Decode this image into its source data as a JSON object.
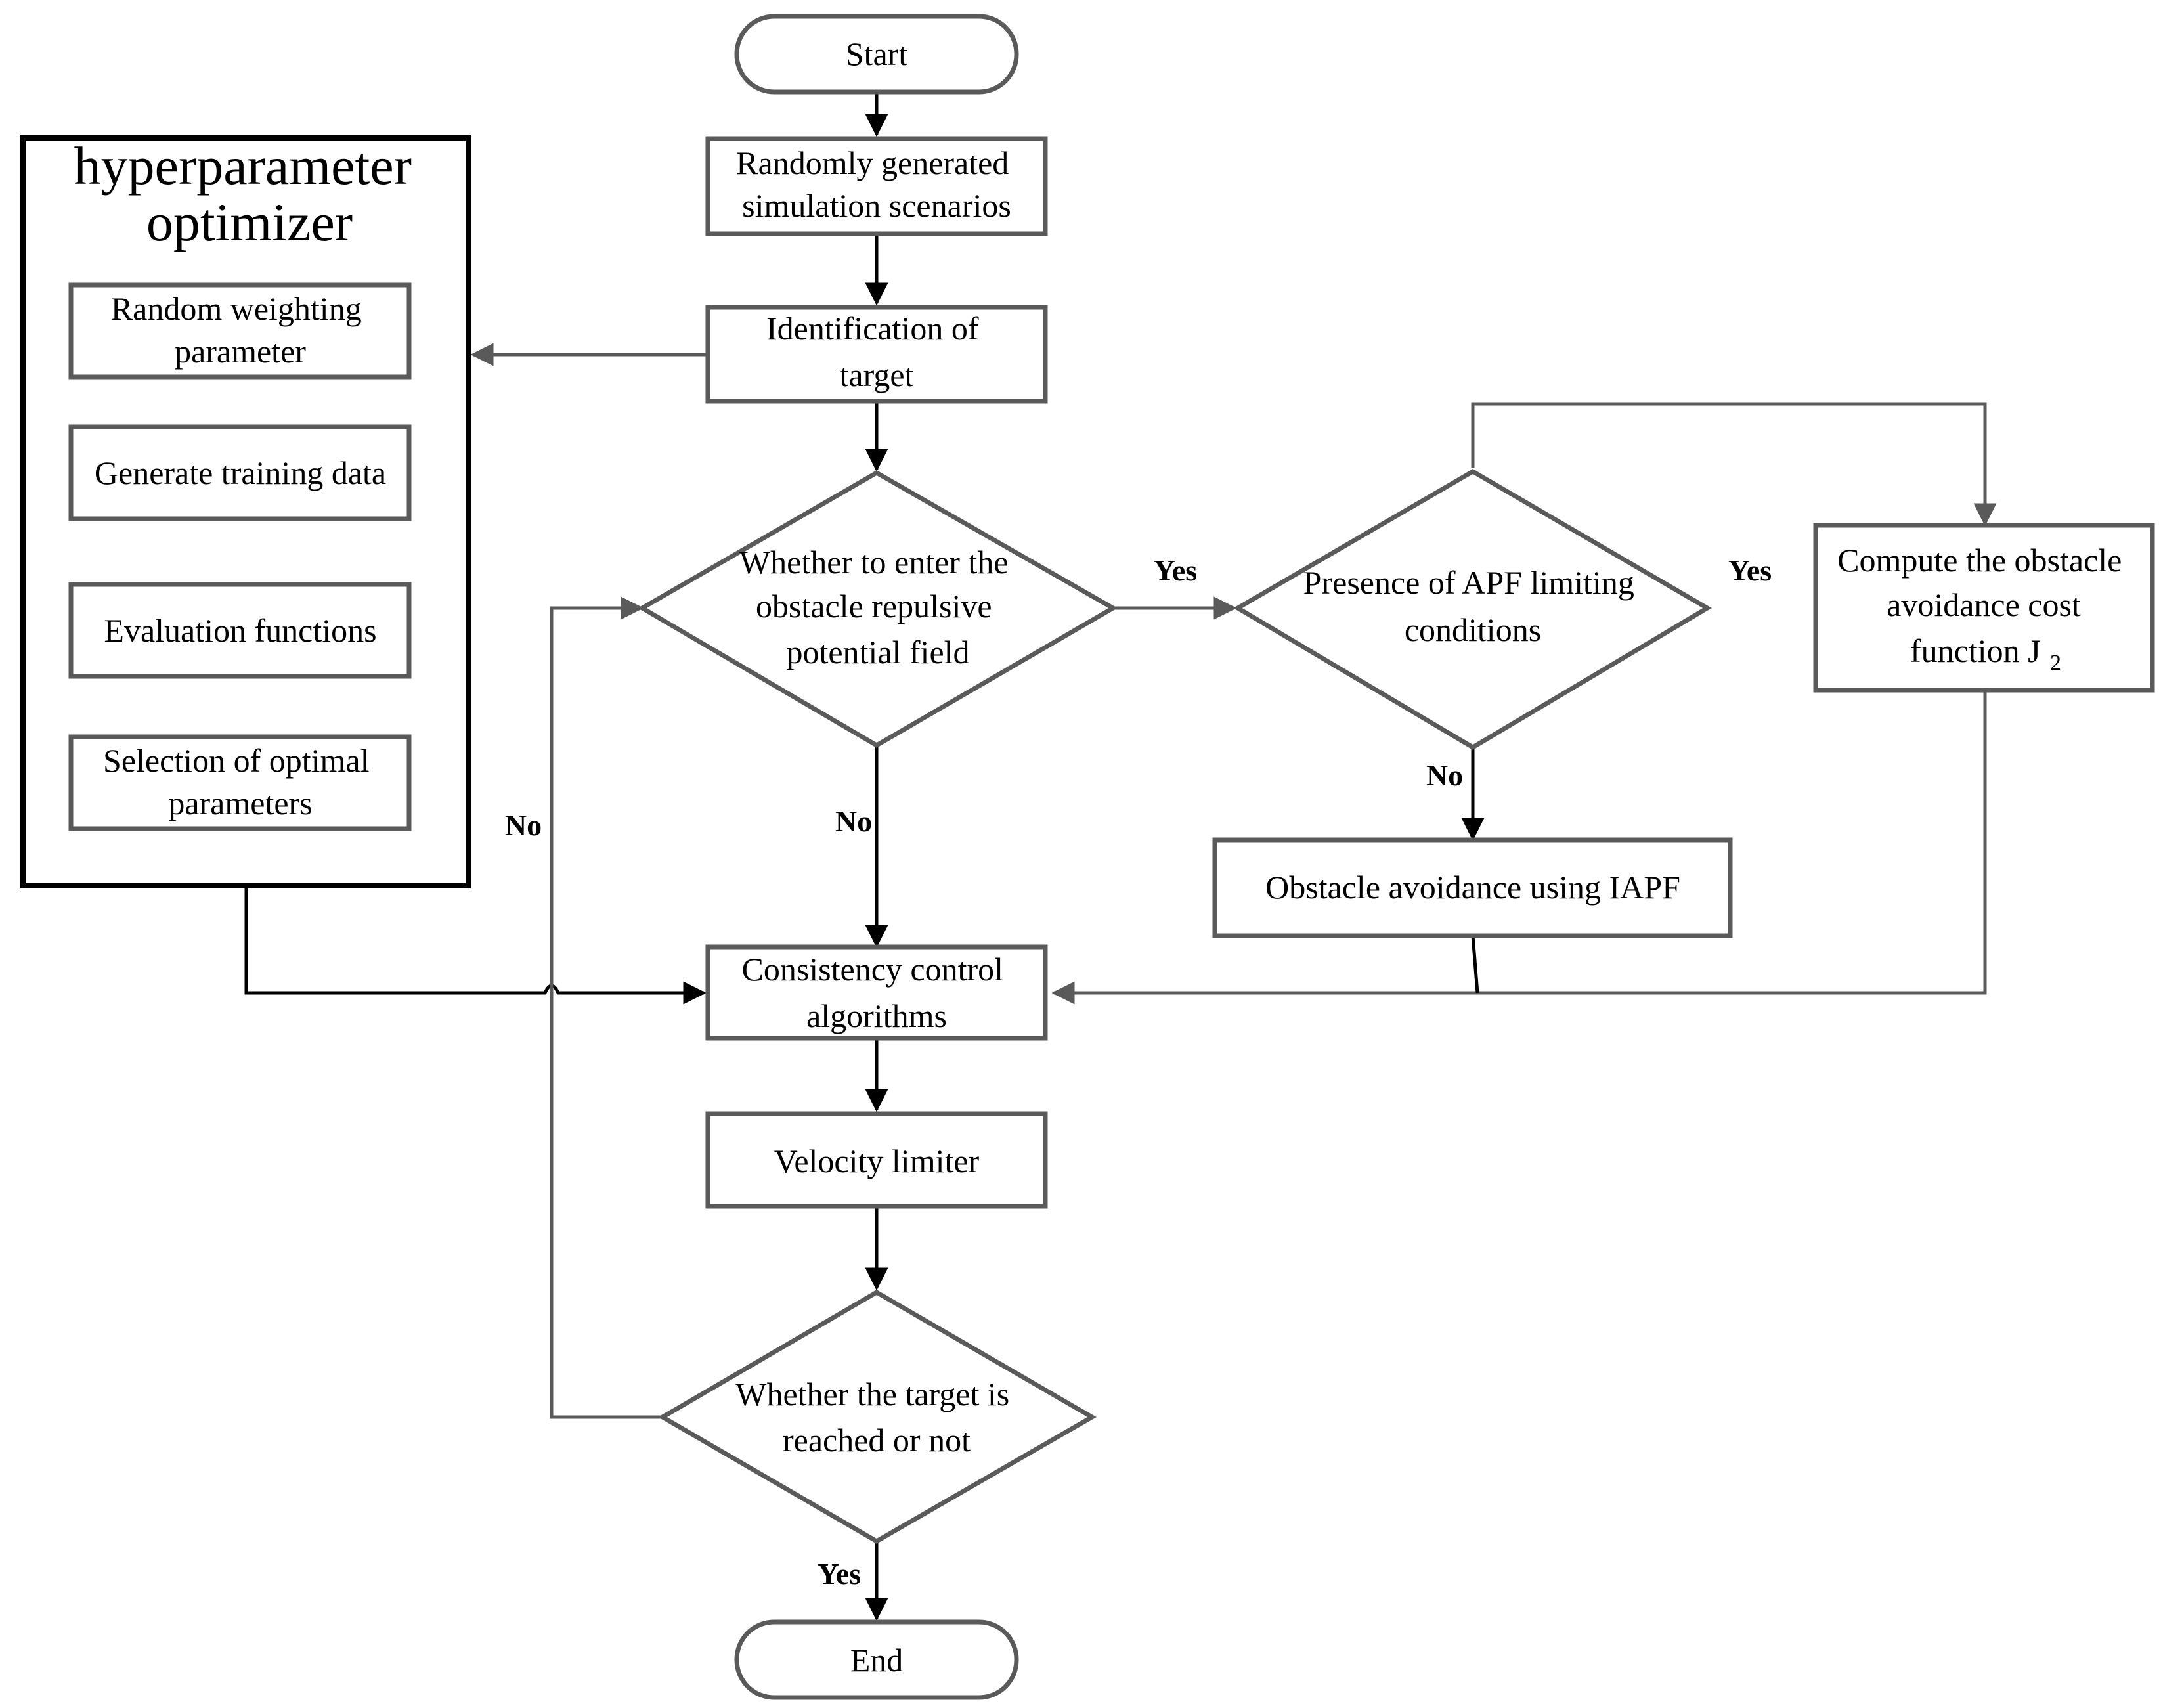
{
  "nodes": {
    "start": "Start",
    "scenarios": [
      "Randomly generated",
      "simulation scenarios"
    ],
    "identify": [
      "Identification of",
      "target"
    ],
    "enter_field": [
      "Whether to enter the",
      "obstacle repulsive",
      "potential field"
    ],
    "apf_limits": [
      "Presence of APF limiting",
      "conditions"
    ],
    "cost_fn": [
      "Compute the obstacle",
      "avoidance cost",
      "function J",
      "2"
    ],
    "iapf": "Obstacle avoidance using IAPF",
    "consistency": [
      "Consistency control",
      "algorithms"
    ],
    "velocity": "Velocity limiter",
    "reached": [
      "Whether the target  is",
      "reached or not"
    ],
    "end": "End"
  },
  "optimizer": {
    "title": [
      "hyperparameter",
      "optimizer"
    ],
    "steps": [
      [
        "Random weighting",
        "parameter"
      ],
      [
        "Generate training data"
      ],
      [
        "Evaluation functions"
      ],
      [
        "Selection of optimal",
        "parameters"
      ]
    ]
  },
  "edge_labels": {
    "yes_enter": "Yes",
    "yes_apf": "Yes",
    "no_enter": "No",
    "no_apf": "No",
    "no_reached": "No",
    "yes_reached": "Yes"
  }
}
